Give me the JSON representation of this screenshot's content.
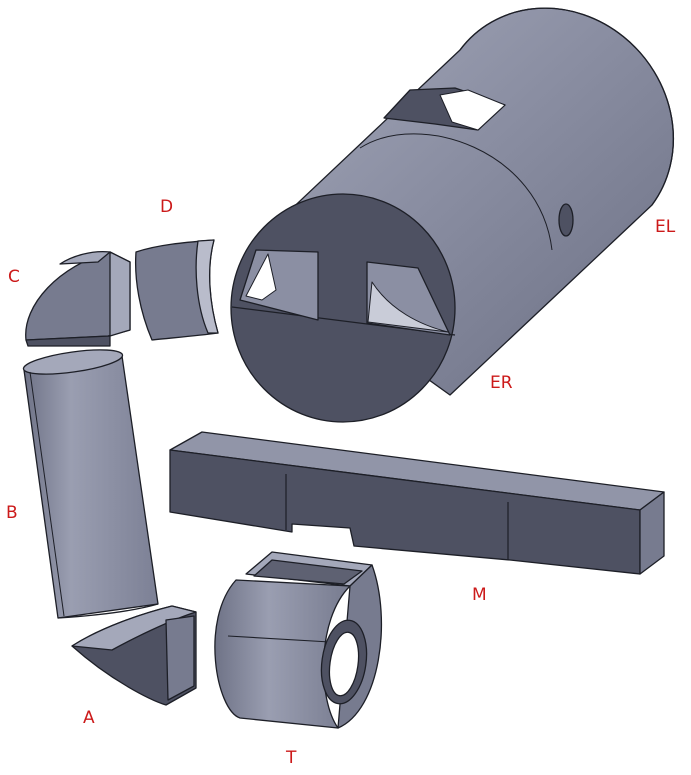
{
  "labels": {
    "A": "A",
    "B": "B",
    "C": "C",
    "D": "D",
    "EL": "EL",
    "ER": "ER",
    "M": "M",
    "T": "T"
  },
  "colors": {
    "label": "#cc1a1a",
    "light_face": "#9195a8",
    "mid_face": "#777b8f",
    "dark_face": "#4e5162",
    "shadow_face": "#3c3f4d",
    "edge": "#1d1f27",
    "background": "#ffffff"
  }
}
